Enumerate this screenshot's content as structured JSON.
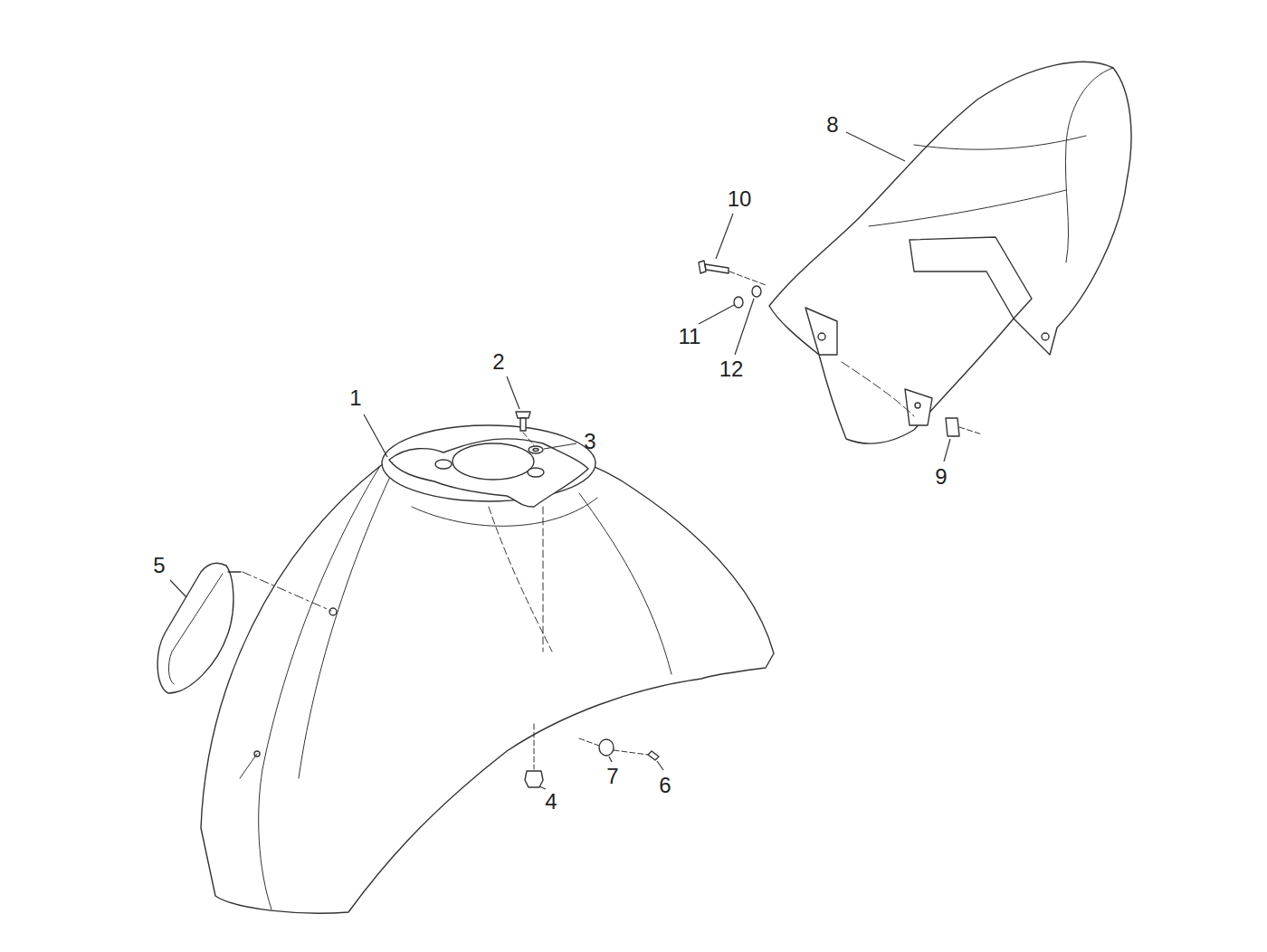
{
  "diagram": {
    "labels": [
      "8",
      "10",
      "11",
      "12",
      "2",
      "1",
      "3",
      "9",
      "5",
      "7",
      "6",
      "4"
    ]
  }
}
